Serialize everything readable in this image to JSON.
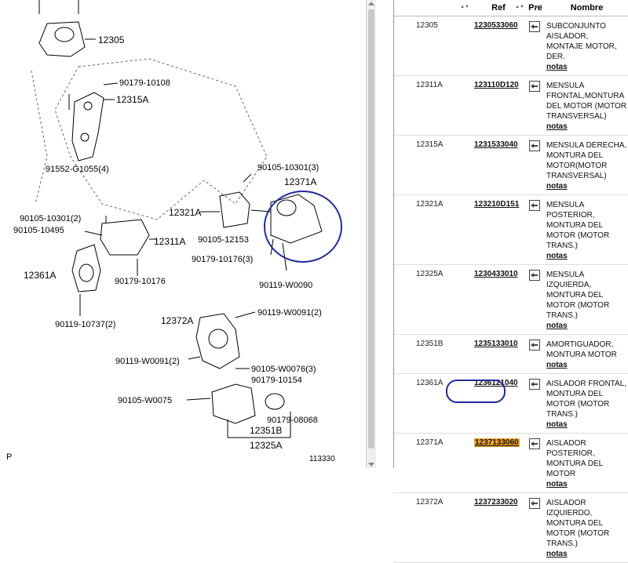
{
  "diagram": {
    "labels": {
      "l12305": "12305",
      "l90179_10108": "90179-10108",
      "l12315A": "12315A",
      "l91552": "91552-G1055(4)",
      "l90105_10301_3": "90105-10301(3)",
      "l12371A": "12371A",
      "l12321A": "12321A",
      "l90105_10301_2": "90105-10301(2)",
      "l90105_10495": "90105-10495",
      "l12311A": "12311A",
      "l90105_12153": "90105-12153",
      "l90179_10176_3": "90179-10176(3)",
      "l12361A": "12361A",
      "l90179_10176": "90179-10176",
      "l90119_W0090": "90119-W0090",
      "l90119_10737": "90119-10737(2)",
      "l12372A": "12372A",
      "l90119_W0091_2a": "90119-W0091(2)",
      "l90119_W0091_2b": "90119-W0091(2)",
      "l90105_W0076": "90105-W0076(3)",
      "l90179_10154": "90179-10154",
      "l90105_W0075": "90105-W0075",
      "l90179_08068": "90179-08068",
      "l12351B": "12351B",
      "l12325A": "12325A",
      "fig_num": "113330",
      "corner": "P"
    }
  },
  "table": {
    "headers": {
      "col0": "",
      "ref": "Ref",
      "pre": "Pre",
      "nombre": "Nombre"
    },
    "notas_label": "notas",
    "rows": [
      {
        "code": "12305",
        "ref": "1230533060",
        "name": "SUBCONJUNTO AISLADOR, MONTAJE MOTOR, DER."
      },
      {
        "code": "12311A",
        "ref": "123110D120",
        "name": "MENSULA FRONTAL,MONTURA DEL MOTOR (MOTOR TRANSVERSAL)"
      },
      {
        "code": "12315A",
        "ref": "1231533040",
        "name": "MENSULA DERECHA, MONTURA DEL MOTOR(MOTOR TRANSVERSAL)"
      },
      {
        "code": "12321A",
        "ref": "123210D151",
        "name": "MENSULA POSTERIOR, MONTURA DEL MOTOR (MOTOR TRANS.)"
      },
      {
        "code": "12325A",
        "ref": "1230433010",
        "name": "MENSULA IZQUIERDA, MONTURA DEL MOTOR (MOTOR TRANS.)"
      },
      {
        "code": "12351B",
        "ref": "1235133010",
        "name": "AMORTIGUADOR, MONTURA MOTOR"
      },
      {
        "code": "12361A",
        "ref": "1236121040",
        "name": "AISLADOR FRONTAL, MONTURA DEL MOTOR (MOTOR TRANS.)"
      },
      {
        "code": "12371A",
        "ref": "1237133060",
        "name": "AISLADOR POSTERIOR, MONTURA DEL MOTOR"
      },
      {
        "code": "12372A",
        "ref": "1237233020",
        "name": "AISLADOR IZQUIERDO, MONTURA DEL MOTOR (MOTOR TRANS.)"
      }
    ]
  },
  "colors": {
    "highlight": "#f5a623",
    "annotation": "#1e2a9a"
  }
}
